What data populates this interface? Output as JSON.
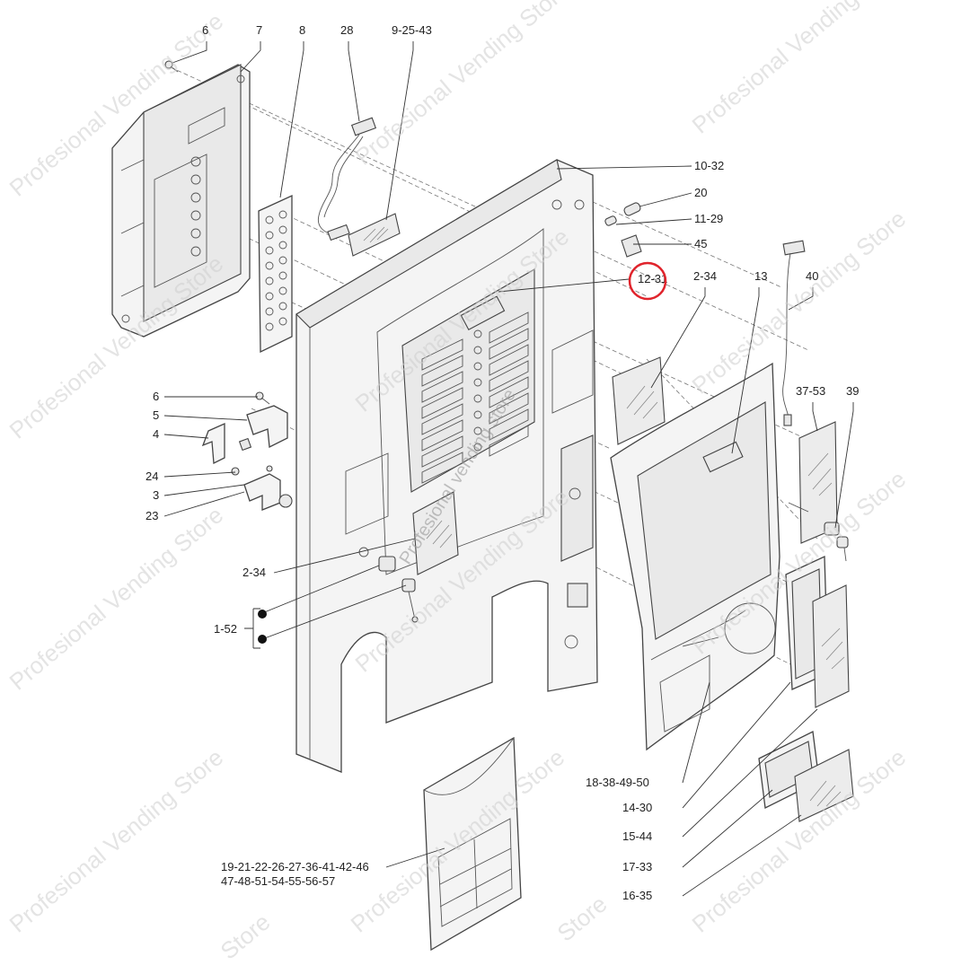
{
  "labels": {
    "l6a": "6",
    "l7": "7",
    "l8": "8",
    "l28": "28",
    "l9_25_43": "9-25-43",
    "l10_32": "10-32",
    "l20": "20",
    "l11_29": "11-29",
    "l45": "45",
    "l12_31": "12-31",
    "l2_34a": "2-34",
    "l13": "13",
    "l40": "40",
    "l37_53": "37-53",
    "l39": "39",
    "l6b": "6",
    "l5": "5",
    "l4": "4",
    "l24": "24",
    "l3": "3",
    "l23": "23",
    "l2_34b": "2-34",
    "l1_52": "1-52",
    "l18_38": "18-38-49-50",
    "l14_30": "14-30",
    "l15_44": "15-44",
    "l17_33": "17-33",
    "l16_35": "16-35",
    "l19a": "19-21-22-26-27-36-41-42-46",
    "l19b": "47-48-51-54-55-56-57"
  },
  "watermark": {
    "text": "Profesional Vending Store",
    "short": "Store",
    "center": "Profesional vending store"
  },
  "highlight_color": "#e0242c"
}
